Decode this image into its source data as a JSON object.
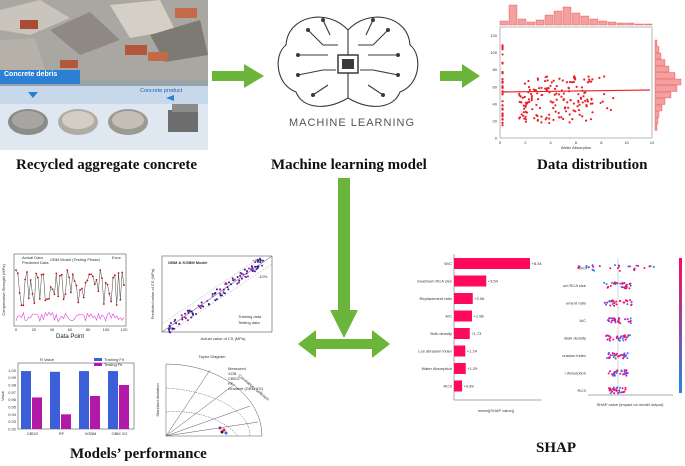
{
  "captions": {
    "rac": "Recycled aggregate concrete",
    "ml": "Machine learning model",
    "dist": "Data distribution",
    "perf": "Models’ performance",
    "shap": "SHAP"
  },
  "concrete_panel": {
    "debris_label": "Concrete debris",
    "product_label": "Concrete product"
  },
  "ml_panel": {
    "brain_text": "MACHINE LEARNING"
  },
  "colors": {
    "arrow_green": "#6ab53a",
    "scatter_red": "#e8202a",
    "shap_bar": "#ff0a5b",
    "banner_blue": "#2b7fd4"
  },
  "distribution_chart": {
    "type": "scatter",
    "xlabel": "Water Absorption",
    "xticks": [
      "0",
      "2",
      "4",
      "6",
      "8",
      "10",
      "12"
    ],
    "yticks": [
      "0",
      "20",
      "40",
      "60",
      "80",
      "100",
      "120"
    ],
    "xlim": [
      0,
      12
    ],
    "ylim": [
      0,
      130
    ]
  },
  "shap_bar_chart": {
    "type": "bar",
    "xlabel": "mean(|SHAP value|)",
    "categories": [
      "W/C",
      "maximum RCA size",
      "Replacement ratio",
      "A/C",
      "Bulk density",
      "Los abrasion index",
      "Water Absorption",
      "RCS"
    ],
    "values": [
      8.34,
      3.54,
      2.06,
      1.98,
      1.73,
      1.24,
      1.29,
      0.89
    ],
    "value_labels": [
      "+8.34",
      "+3.54",
      "+2.06",
      "+1.98",
      "+1.73",
      "+1.24",
      "+1.29",
      "+0.89"
    ]
  },
  "shap_beeswarm": {
    "xlabel": "SHAP value (impact on model output)",
    "features": [
      "W/C",
      "um RCA size",
      "ement ratio",
      "A/C",
      "Bulk density",
      "orasion index",
      "r Absorption",
      "RCS"
    ]
  },
  "line_chart": {
    "title": "GBM Model (Testing Phase)",
    "xlabel": "Data Point",
    "ylabel": "Compressive Strength (MPa)",
    "legend": [
      "Actual Data",
      "Predicted Data",
      "Error"
    ],
    "xticks": [
      "0",
      "20",
      "40",
      "60",
      "80",
      "100",
      "120"
    ]
  },
  "regression_chart": {
    "title": "GBM & KGBM Model",
    "xlabel": "Actual value of CS (MPa)",
    "ylabel": "Predicted value of CS (MPa)",
    "legend": [
      "Training data",
      "Testing data"
    ],
    "band_plus": "+10%",
    "band_minus": "-10%"
  },
  "bar_compare_chart": {
    "type": "bar",
    "title": "R Value",
    "ylabel": "Value",
    "categories": [
      "CBDG",
      "RF",
      "XGBM",
      "GBM XG"
    ],
    "series": [
      {
        "name": "Training Fit",
        "values": [
          0.999,
          0.998,
          0.999,
          0.999
        ]
      },
      {
        "name": "Testing Fit",
        "values": [
          0.963,
          0.94,
          0.965,
          0.98
        ]
      }
    ],
    "ylim": [
      0.92,
      1.01
    ],
    "yticks": [
      "1.00",
      "0.99",
      "0.98",
      "0.97",
      "0.96",
      "0.95",
      "0.94",
      "0.93",
      "0.92"
    ],
    "colors": [
      "#3b5fd9",
      "#b319a8"
    ]
  },
  "taylor_chart": {
    "title": "Taylor Diagram",
    "ylabel": "Standard deviation",
    "arc_label": "Correlation coefficient",
    "legend": [
      "Measured",
      "XGB",
      "CBDG",
      "RF",
      "Gradient (GBM XG)"
    ]
  }
}
